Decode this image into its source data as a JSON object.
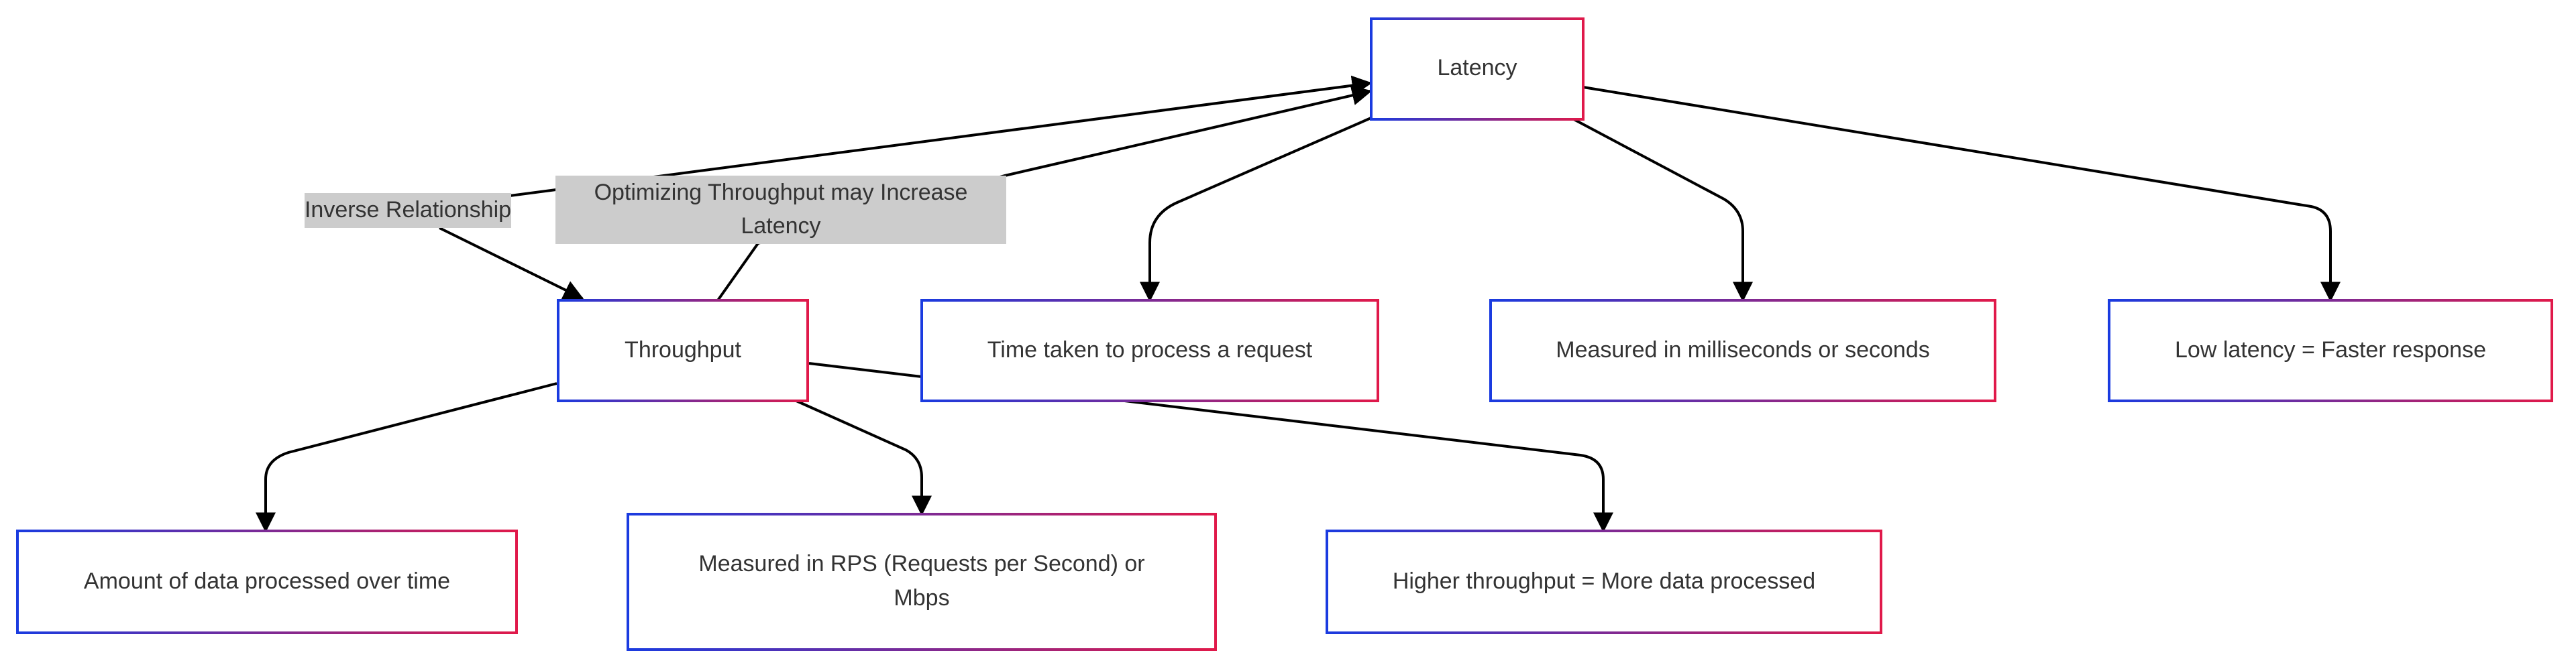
{
  "nodes": {
    "latency": "Latency",
    "throughput": "Throughput",
    "latency_def": "Time taken to process a request",
    "latency_unit": "Measured in milliseconds or seconds",
    "latency_low": "Low latency = Faster response",
    "throughput_def": "Amount of data processed over time",
    "throughput_unit_line1": "Measured in RPS (Requests per Second) or",
    "throughput_unit_line2": "Mbps",
    "throughput_high": "Higher throughput = More data processed"
  },
  "edge_labels": {
    "inverse": "Inverse Relationship",
    "optimizing_line1": "Optimizing Throughput may Increase",
    "optimizing_line2": "Latency"
  },
  "colors": {
    "border_start": "#1a3be0",
    "border_end": "#e0194a",
    "edge": "#000000",
    "label_bg": "#cccccc",
    "text": "#333333"
  }
}
